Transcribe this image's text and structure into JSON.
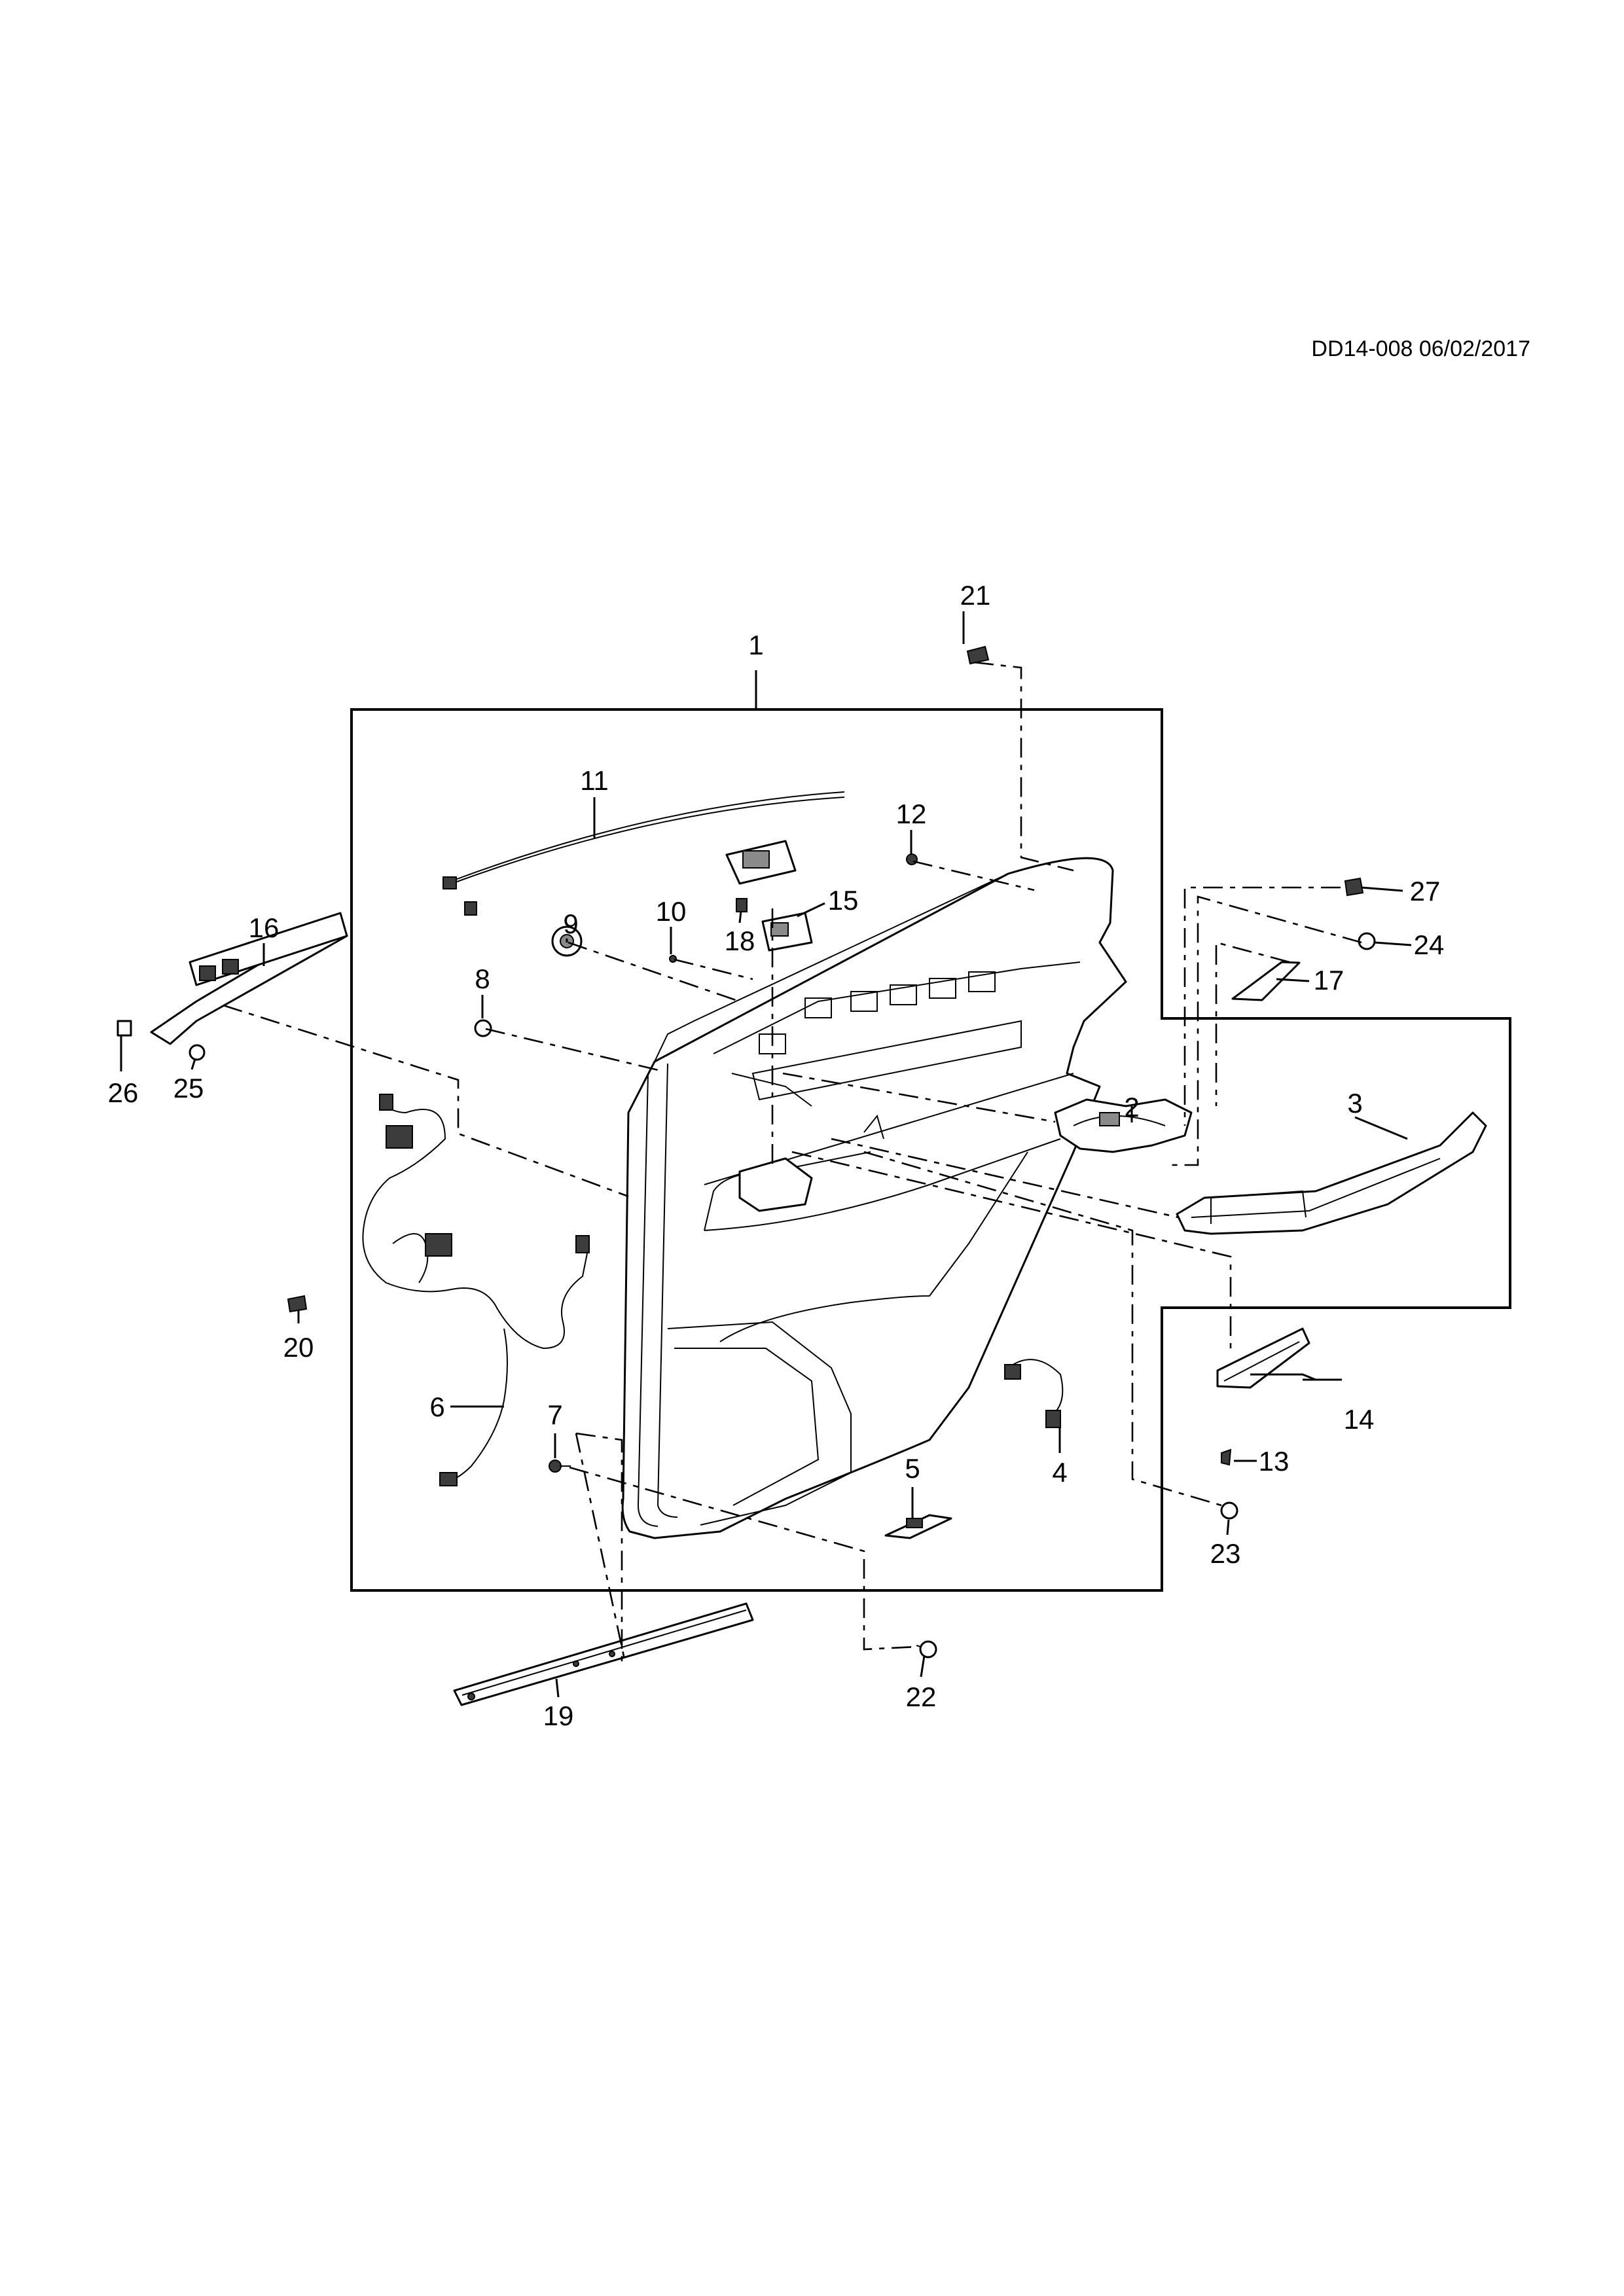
{
  "document_ref": "DD14-008 06/02/2017",
  "callouts": [
    {
      "id": "c1",
      "label": "1"
    },
    {
      "id": "c2",
      "label": "2"
    },
    {
      "id": "c3",
      "label": "3"
    },
    {
      "id": "c4",
      "label": "4"
    },
    {
      "id": "c5",
      "label": "5"
    },
    {
      "id": "c6",
      "label": "6"
    },
    {
      "id": "c7",
      "label": "7"
    },
    {
      "id": "c8",
      "label": "8"
    },
    {
      "id": "c9",
      "label": "9"
    },
    {
      "id": "c10",
      "label": "10"
    },
    {
      "id": "c11",
      "label": "11"
    },
    {
      "id": "c12",
      "label": "12"
    },
    {
      "id": "c13",
      "label": "13"
    },
    {
      "id": "c14",
      "label": "14"
    },
    {
      "id": "c15",
      "label": "15"
    },
    {
      "id": "c16",
      "label": "16"
    },
    {
      "id": "c17",
      "label": "17"
    },
    {
      "id": "c18",
      "label": "18"
    },
    {
      "id": "c19",
      "label": "19"
    },
    {
      "id": "c20",
      "label": "20"
    },
    {
      "id": "c21",
      "label": "21"
    },
    {
      "id": "c22",
      "label": "22"
    },
    {
      "id": "c23",
      "label": "23"
    },
    {
      "id": "c24",
      "label": "24"
    },
    {
      "id": "c25",
      "label": "25"
    },
    {
      "id": "c26",
      "label": "26"
    },
    {
      "id": "c27",
      "label": "27"
    }
  ]
}
